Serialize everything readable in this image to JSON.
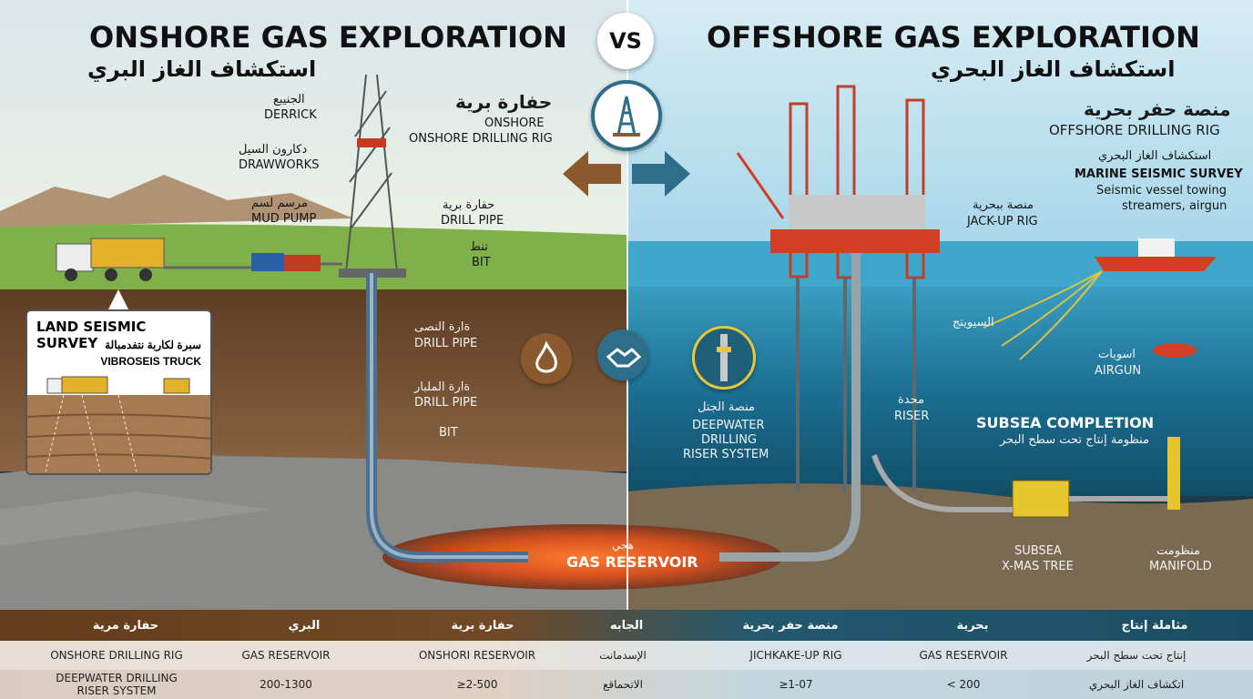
{
  "header": {
    "vs": "VS",
    "onshore_title": "ONSHORE GAS EXPLORATION",
    "onshore_title_ar": "استكشاف الغاز البري",
    "offshore_title": "OFFSHORE GAS EXPLORATION",
    "offshore_title_ar": "استكشاف الغاز البحري"
  },
  "onshore": {
    "rig_ar": "حفارة برية",
    "rig_en_1": "ONSHORE",
    "rig_en_2": "ONSHORE DRILLING RIG",
    "derrick_ar": "الجنيبع",
    "derrick_en": "DERRICK",
    "drawworks_ar": "دكارون السيل",
    "drawworks_en": "DRAWWORKS",
    "mudpump_ar": "مرسم لسم",
    "mudpump_en": "MUD PUMP",
    "drillpipe_ar": "حفارة برية",
    "drillpipe_en": "DRILL PIPE",
    "bit_ar": "تنط",
    "bit_en": "BIT",
    "drillpipe2_ar": "ةارة النصى",
    "drillpipe2_en": "DRILL PIPE",
    "drillpipe3_ar": "ةارة الملبار",
    "drillpipe3_en": "DRILL PIPE",
    "bit2_en": "BIT",
    "seismic_title": "LAND SEISMIC SURVEY",
    "seismic_ar": "سبرة لكاربة نتفدمبالة",
    "seismic_en": "VIBROSEIS TRUCK"
  },
  "reservoir": {
    "ar": "هجي",
    "en": "GAS RESERVOIR"
  },
  "offshore": {
    "rig_ar": "منصة حفر بحرية",
    "rig_en": "OFFSHORE DRILLING RIG",
    "marine_ar": "استكشاف الغاز البحري",
    "marine_en": "MARINE SEISMIC SURVEY",
    "marine_desc_1": "Seismic vessel towing",
    "marine_desc_2": "streamers, airgun",
    "jackup_ar": "منصة ببحرية",
    "jackup_en": "JACK-UP RIG",
    "streamer_ar": "السيويتج",
    "airgun_ar": "اسوبات",
    "airgun_en": "AIRGUN",
    "riser_ar": "محدة",
    "riser_en": "RISER",
    "deep_ar": "منصة الجتل",
    "deep_en_1": "DEEPWATER",
    "deep_en_2": "DRILLING",
    "deep_en_3": "RISER SYSTEM",
    "subsea_title": "SUBSEA COMPLETION",
    "subsea_ar": "منظومة إنتاج تحت سطح البحر",
    "xmas_en_1": "SUBSEA",
    "xmas_en_2": "X-MAS TREE",
    "manifold_ar": "منظومت",
    "manifold_en": "MANIFOLD"
  },
  "table": {
    "header": [
      "حفارة مرية",
      "البري",
      "حفارة برية",
      "الجابه",
      "منصة حفر بحرية",
      "بحرية",
      "مثاملة إنتاج"
    ],
    "row1": [
      "ONSHORE DRILLING RIG",
      "GAS RESERVOIR",
      "ONSHORI RESERVOIR",
      "الإسدمانت",
      "JICHKAKE-UP RIG",
      "GAS RESERVOIR",
      "إنتاج تحت سطح البحر"
    ],
    "row2_first_1": "DEEPWATER DRILLING",
    "row2_first_2": "RISER SYSTEM",
    "row2": [
      "",
      "200-1300",
      "≥2-500",
      "الاتحماقع",
      "≥1-07",
      "< 200",
      "اتكشاف الغاز البحري"
    ]
  },
  "colors": {
    "onshore_sky": "#b9d3e0",
    "offshore_sky": "#9fd0e6",
    "sea": "#1d7fa3",
    "soil": "#6b4a2f",
    "rock": "#8b8b8b",
    "rig_red": "#c23a22",
    "reservoir": "#e05a22",
    "accent_blue": "#2f6e8a",
    "accent_brown": "#8a5a2e"
  },
  "icons": [
    "derrick-icon",
    "fire-icon",
    "handshake-icon",
    "arrow-left-icon",
    "arrow-right-icon"
  ]
}
